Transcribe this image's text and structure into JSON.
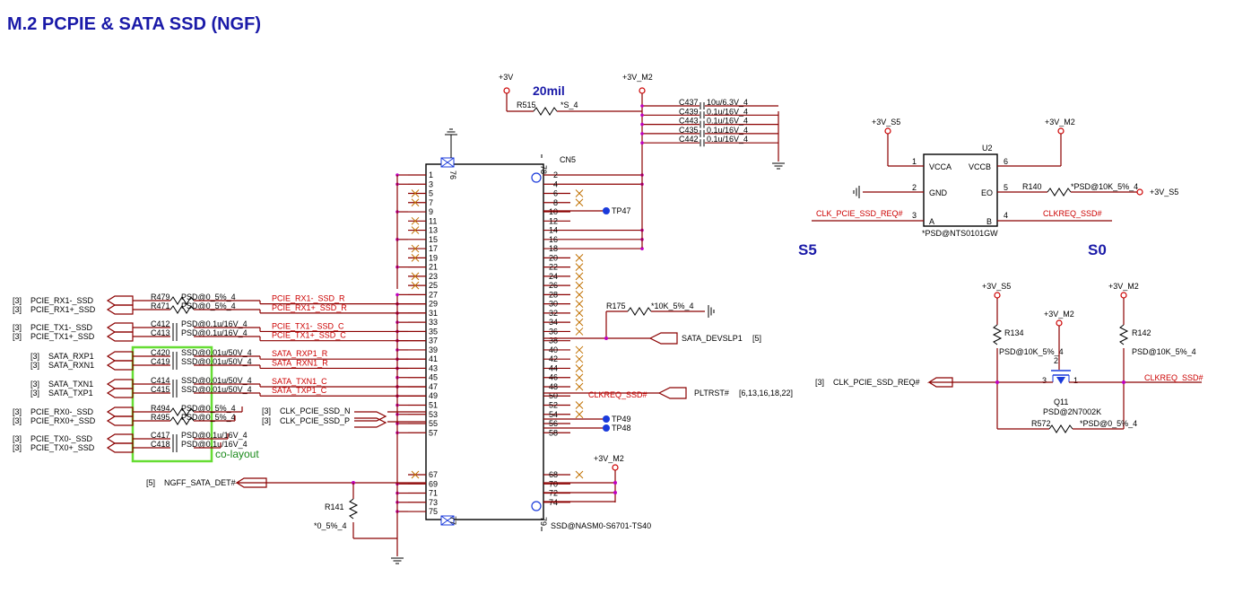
{
  "colors": {
    "title": "#1a1aa8",
    "wire": "#8b0000",
    "net_red": "#cc0000",
    "junction": "#c000c0",
    "highlight": "#66dd33",
    "testpoint": "#1a3adb",
    "label_blue": "#1a1aa8"
  },
  "title": "M.2 PCPIE & SATA SSD (NGF)",
  "connector": {
    "ref": "CN5",
    "value": "SSD@NASM0-S6701-TS40",
    "mount_top": "76",
    "mount_top_r": "78",
    "mount_bot": "77",
    "mount_bot_r": "79",
    "left_pins": [
      "1",
      "3",
      "5",
      "7",
      "9",
      "11",
      "13",
      "15",
      "17",
      "19",
      "21",
      "23",
      "25",
      "27",
      "29",
      "31",
      "33",
      "35",
      "37",
      "39",
      "41",
      "43",
      "45",
      "47",
      "49",
      "51",
      "53",
      "55",
      "57",
      "67",
      "69",
      "71",
      "73",
      "75"
    ],
    "right_pins": [
      "2",
      "4",
      "6",
      "8",
      "10",
      "12",
      "14",
      "16",
      "18",
      "20",
      "22",
      "24",
      "26",
      "28",
      "30",
      "32",
      "34",
      "36",
      "38",
      "40",
      "42",
      "44",
      "46",
      "48",
      "50",
      "52",
      "54",
      "56",
      "58",
      "68",
      "70",
      "72",
      "74"
    ]
  },
  "top": {
    "pwr_left": "+3V",
    "pwr_right": "+3V_M2",
    "width_note": "20mil",
    "r515_ref": "R515",
    "r515_val": "*S_4",
    "caps": [
      {
        "ref": "C437",
        "val": "10u/6.3V_4"
      },
      {
        "ref": "C439",
        "val": "0.1u/16V_4"
      },
      {
        "ref": "C443",
        "val": "0.1u/16V_4"
      },
      {
        "ref": "C435",
        "val": "0.1u/16V_4"
      },
      {
        "ref": "C442",
        "val": "0.1u/16V_4"
      }
    ]
  },
  "left_signals": [
    {
      "tag": "[3]",
      "name": "PCIE_RX1-_SSD",
      "ref": "R479",
      "val": "PSD@0_5%_4",
      "net": "PCIE_RX1-_SSD_R"
    },
    {
      "tag": "[3]",
      "name": "PCIE_RX1+_SSD",
      "ref": "R471",
      "val": "PSD@0_5%_4",
      "net": "PCIE_RX1+_SSD_R"
    },
    {
      "tag": "[3]",
      "name": "PCIE_TX1-_SSD",
      "ref": "C412",
      "val": "PSD@0.1u/16V_4",
      "net": "PCIE_TX1-_SSD_C"
    },
    {
      "tag": "[3]",
      "name": "PCIE_TX1+_SSD",
      "ref": "C413",
      "val": "PSD@0.1u/16V_4",
      "net": "PCIE_TX1+_SSD_C"
    },
    {
      "tag": "[3]",
      "name": "SATA_RXP1",
      "ref": "C420",
      "val": "SSD@0.01u/50V_4",
      "net": "SATA_RXP1_R"
    },
    {
      "tag": "[3]",
      "name": "SATA_RXN1",
      "ref": "C419",
      "val": "SSD@0.01u/50V_4",
      "net": "SATA_RXN1_R"
    },
    {
      "tag": "[3]",
      "name": "SATA_TXN1",
      "ref": "C414",
      "val": "SSD@0.01u/50V_4",
      "net": "SATA_TXN1_C"
    },
    {
      "tag": "[3]",
      "name": "SATA_TXP1",
      "ref": "C415",
      "val": "SSD@0.01u/50V_4",
      "net": "SATA_TXP1_C"
    },
    {
      "tag": "[3]",
      "name": "PCIE_RX0-_SSD",
      "ref": "R494",
      "val": "PSD@0_5%_4",
      "net": ""
    },
    {
      "tag": "[3]",
      "name": "PCIE_RX0+_SSD",
      "ref": "R495",
      "val": "PSD@0_5%_4",
      "net": ""
    },
    {
      "tag": "[3]",
      "name": "PCIE_TX0-_SSD",
      "ref": "C417",
      "val": "PSD@0.1u/16V_4",
      "net": ""
    },
    {
      "tag": "[3]",
      "name": "PCIE_TX0+_SSD",
      "ref": "C418",
      "val": "PSD@0.1u/16V_4",
      "net": ""
    }
  ],
  "co_layout": "co-layout",
  "clk": {
    "tag_n": "[3]",
    "n": "CLK_PCIE_SSD_N",
    "tag_p": "[3]",
    "p": "CLK_PCIE_SSD_P"
  },
  "ngff": {
    "tag": "[5]",
    "name": "NGFF_SATA_DET#",
    "r_ref": "R141",
    "r_val": "*0_5%_4"
  },
  "right": {
    "tp47": "TP47",
    "tp49": "TP49",
    "tp48": "TP48",
    "r175_ref": "R175",
    "r175_val": "*10K_5%_4",
    "devslp": "SATA_DEVSLP1",
    "devslp_tag": "[5]",
    "clkreq": "CLKREQ_SSD#",
    "pltrst": "PLTRST#",
    "pltrst_tag": "[6,13,16,18,22]",
    "pwr_m2": "+3V_M2"
  },
  "u2": {
    "ref": "U2",
    "val": "*PSD@NTS0101GW",
    "pin_l": [
      "1",
      "2",
      "3"
    ],
    "name_l": [
      "VCCA",
      "GND",
      "A"
    ],
    "pin_r": [
      "6",
      "5",
      "4"
    ],
    "name_r": [
      "VCCB",
      "EO",
      "B"
    ],
    "pwr_a": "+3V_S5",
    "pwr_b": "+3V_M2",
    "r140_ref": "R140",
    "r140_val": "*PSD@10K_5%_4",
    "r140_pwr": "+3V_S5",
    "in_net": "CLK_PCIE_SSD_REQ#",
    "out_net": "CLKREQ_SSD#",
    "domain_l": "S5",
    "domain_r": "S0"
  },
  "q11": {
    "ref": "Q11",
    "val": "PSD@2N7002K",
    "pwr_s5": "+3V_S5",
    "pwr_m2a": "+3V_M2",
    "pwr_m2b": "+3V_M2",
    "r134_ref": "R134",
    "r134_val": "PSD@10K_5%_4",
    "r142_ref": "R142",
    "r142_val": "PSD@10K_5%_4",
    "r572_ref": "R572",
    "r572_val": "*PSD@0_5%_4",
    "tag": "[3]",
    "in_net": "CLK_PCIE_SSD_REQ#",
    "out_net": "CLKREQ_SSD#",
    "pin1": "1",
    "pin2": "2",
    "pin3": "3"
  }
}
